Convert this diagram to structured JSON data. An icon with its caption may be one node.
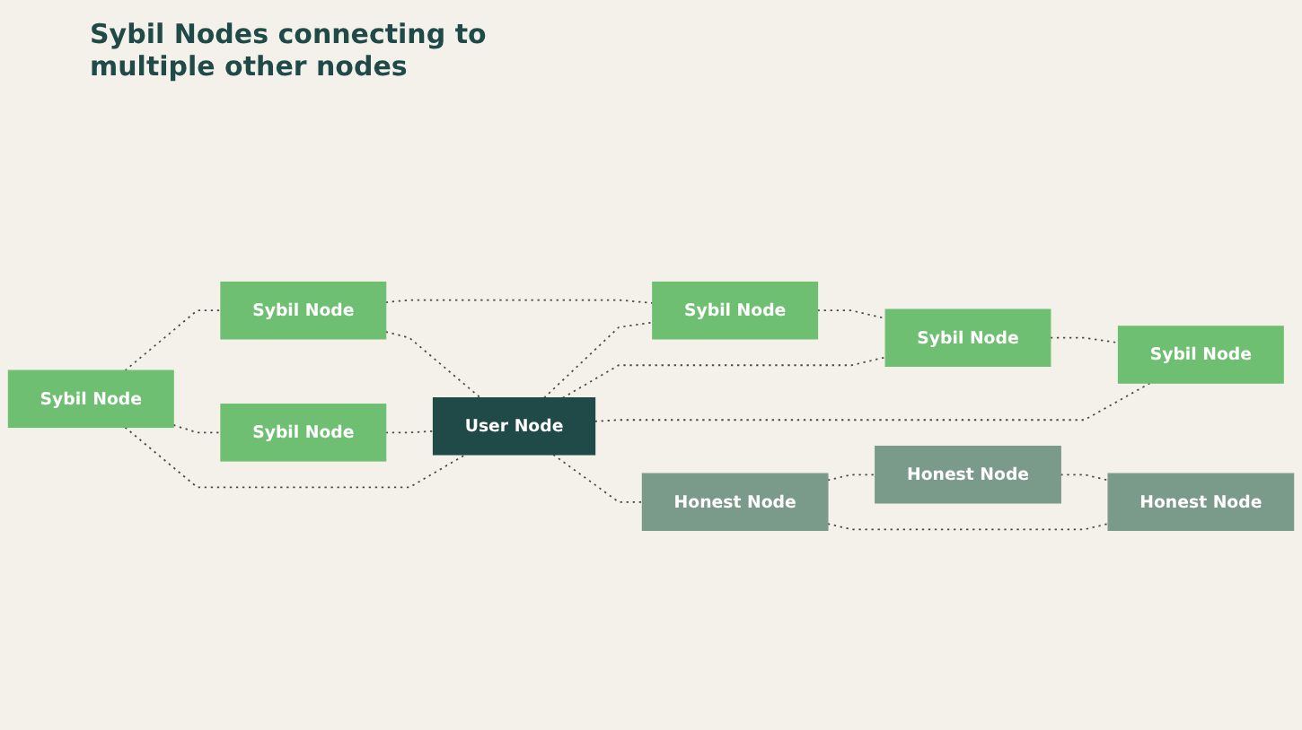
{
  "diagram": {
    "title": "Sybil Nodes connecting to multiple other nodes",
    "nodes": [
      {
        "text": [
          "User Node"
        ]
      },
      {
        "text": [
          "Sybil Node"
        ]
      },
      {
        "text": [
          "Sybil Node"
        ]
      },
      {
        "text": [
          "Sybil Node"
        ]
      },
      {
        "text": [
          "Sybil Node"
        ]
      },
      {
        "text": [
          "Sybil Node"
        ]
      },
      {
        "text": [
          "Sybil Node"
        ]
      },
      {
        "text": [
          "Honest Node"
        ]
      },
      {
        "text": [
          "Honest Node"
        ]
      },
      {
        "text": [
          "Honest Node"
        ]
      }
    ],
    "edges": [
      {
        "from": 1,
        "to": 2,
        "arrow": "none",
        "style": "dashed"
      },
      {
        "from": 1,
        "to": 0,
        "arrow": "none",
        "style": "dashed"
      },
      {
        "from": 2,
        "to": 0,
        "arrow": "none",
        "style": "dashed"
      },
      {
        "from": 1,
        "to": 3,
        "arrow": "none",
        "style": "dashed"
      },
      {
        "from": 3,
        "to": 0,
        "arrow": "none",
        "style": "dashed"
      },
      {
        "from": 0,
        "to": 4,
        "arrow": "none",
        "style": "dashed"
      },
      {
        "from": 0,
        "to": 5,
        "arrow": "none",
        "style": "dashed"
      },
      {
        "from": 0,
        "to": 6,
        "arrow": "none",
        "style": "dashed"
      },
      {
        "from": 3,
        "to": 5,
        "arrow": "none",
        "style": "dashed"
      },
      {
        "from": 5,
        "to": 6,
        "arrow": "none",
        "style": "dashed"
      },
      {
        "from": 6,
        "to": 4,
        "arrow": "none",
        "style": "dashed"
      },
      {
        "from": 0,
        "to": 7,
        "arrow": "none",
        "style": "dashed"
      },
      {
        "from": 7,
        "to": 8,
        "arrow": "none",
        "style": "dashed"
      },
      {
        "from": 7,
        "to": 9,
        "arrow": "none",
        "style": "dashed"
      },
      {
        "from": 8,
        "to": 9,
        "arrow": "none",
        "style": "dashed"
      }
    ]
  }
}
